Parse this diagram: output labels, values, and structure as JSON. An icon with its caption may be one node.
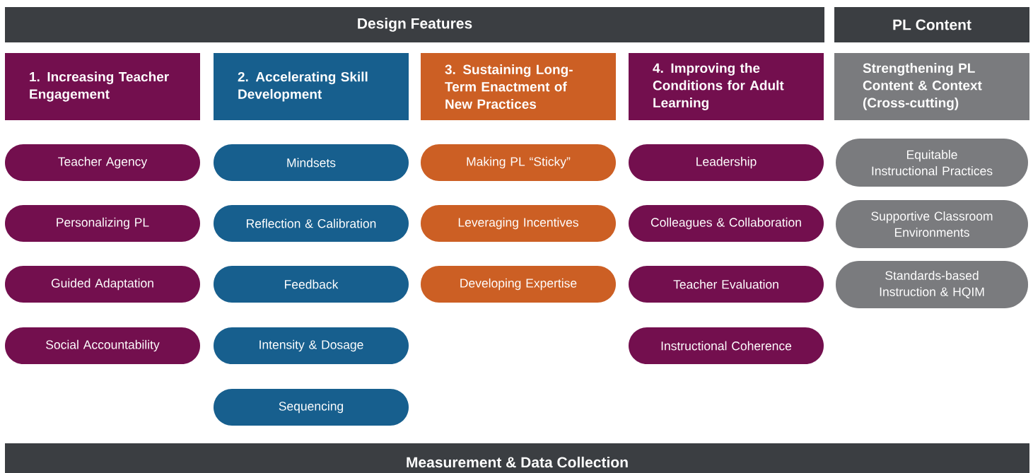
{
  "diagram": {
    "nodes": [
      {
        "text": [
          "Design Features"
        ]
      },
      {
        "text": [
          "PL Content"
        ]
      },
      {
        "text": [
          "1. Increasing Teacher Engagement"
        ]
      },
      {
        "text": [
          "2. Accelerating Skill Development"
        ]
      },
      {
        "text": [
          "3. Sustaining Long-Term Enactment of New Practices"
        ]
      },
      {
        "text": [
          "4. Improving the Conditions for Adult Learning"
        ]
      },
      {
        "text": [
          "Strengthening PL Content & Context (Cross-cutting)"
        ]
      },
      {
        "text": [
          "Teacher Agency"
        ]
      },
      {
        "text": [
          "Personalizing PL"
        ]
      },
      {
        "text": [
          "Guided Adaptation"
        ]
      },
      {
        "text": [
          "Social Accountability"
        ]
      },
      {
        "text": [
          "Mindsets"
        ]
      },
      {
        "text": [
          "Reflection & Calibration"
        ]
      },
      {
        "text": [
          "Feedback"
        ]
      },
      {
        "text": [
          "Intensity & Dosage"
        ]
      },
      {
        "text": [
          "Sequencing"
        ]
      },
      {
        "text": [
          "Making PL “Sticky”"
        ]
      },
      {
        "text": [
          "Leveraging Incentives"
        ]
      },
      {
        "text": [
          "Developing Expertise"
        ]
      },
      {
        "text": [
          "Leadership"
        ]
      },
      {
        "text": [
          "Colleagues & Collaboration"
        ]
      },
      {
        "text": [
          "Teacher Evaluation"
        ]
      },
      {
        "text": [
          "Instructional Coherence"
        ]
      },
      {
        "text": [
          "Equitable Instructional Practices"
        ]
      },
      {
        "text": [
          "Supportive Classroom Environments"
        ]
      },
      {
        "text": [
          "Standards-based Instruction & HQIM"
        ]
      },
      {
        "text": [
          "Measurement & Data Collection"
        ]
      }
    ],
    "edges": []
  }
}
